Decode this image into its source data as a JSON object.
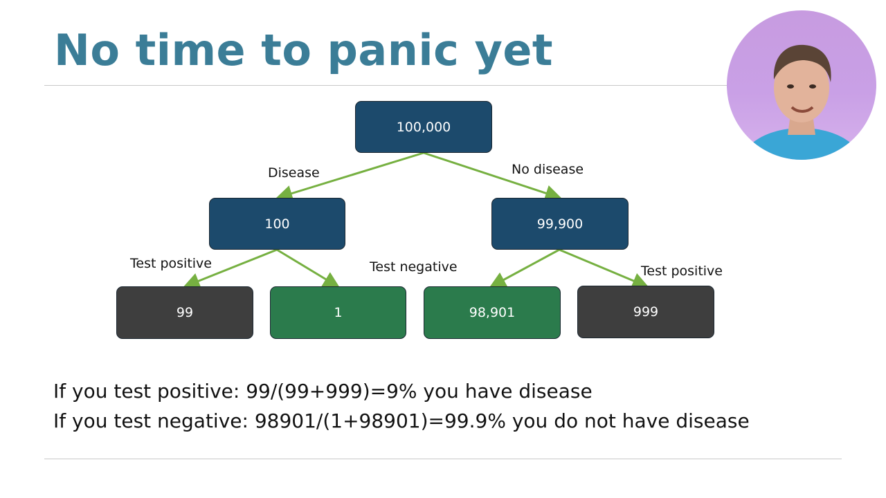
{
  "slide": {
    "title": "No time to panic yet"
  },
  "tree": {
    "root": "100,000",
    "level1": [
      {
        "label": "Disease",
        "value": "100"
      },
      {
        "label": "No disease",
        "value": "99,900"
      }
    ],
    "level2": [
      {
        "value": "99",
        "kind": "positive"
      },
      {
        "value": "1",
        "kind": "negative"
      },
      {
        "value": "98,901",
        "kind": "negative"
      },
      {
        "value": "999",
        "kind": "positive"
      }
    ],
    "branch_labels": {
      "left_positive": "Test positive",
      "negative": "Test negative",
      "right_positive": "Test positive"
    }
  },
  "conclusions": {
    "positive": "If you test positive: 99/(99+999)=9% you have disease",
    "negative": "If you test negative: 98901/(1+98901)=99.9% you do not have disease"
  },
  "colors": {
    "title": "#3b7d97",
    "node_blue": "#1c4a6c",
    "node_dark": "#3e3e3e",
    "node_green": "#2b7b4c",
    "edge": "#76b041"
  }
}
